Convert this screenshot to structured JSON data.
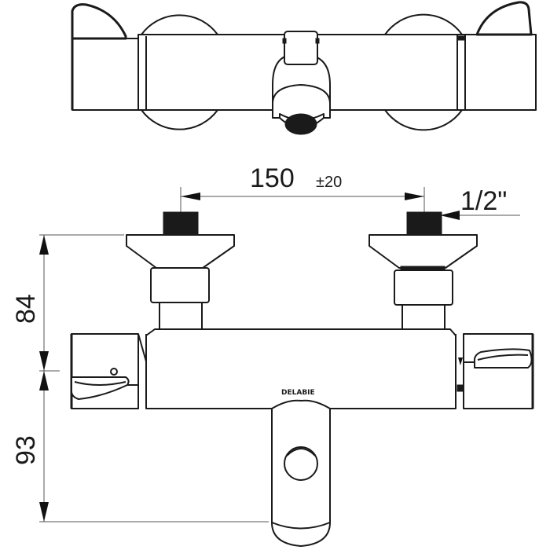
{
  "drawing": {
    "type": "technical-drawing",
    "subject": "thermostatic bath/shower mixer",
    "views": [
      "top-view",
      "front-view"
    ]
  },
  "dimensions": {
    "spacing": {
      "value": "150",
      "tolerance": "±20"
    },
    "thread": {
      "value": "1/2\""
    },
    "height_upper": {
      "value": "84"
    },
    "height_lower": {
      "value": "93"
    }
  },
  "brand": {
    "label": "DELABIE"
  },
  "colors": {
    "line": "#1a1a1a",
    "dimension_line": "#555555",
    "background": "#ffffff"
  }
}
